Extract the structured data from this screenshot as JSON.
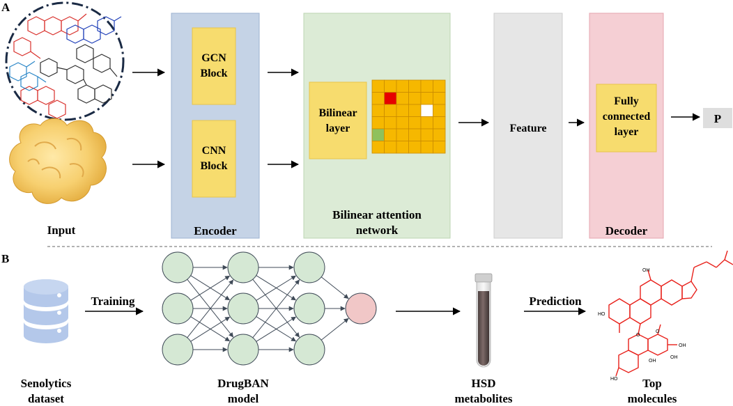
{
  "panel_a": {
    "letter": "A",
    "input_label": "Input",
    "encoder": {
      "title": "Encoder",
      "block1": [
        "GCN",
        "Block"
      ],
      "block2": [
        "CNN",
        "Block"
      ]
    },
    "ban": {
      "title": [
        "Bilinear attention",
        "network"
      ],
      "layer": [
        "Bilinear",
        "layer"
      ]
    },
    "feature": "Feature",
    "decoder": {
      "title": "Decoder",
      "layer": [
        "Fully",
        "connected",
        "layer"
      ]
    },
    "output": "P"
  },
  "panel_b": {
    "letter": "B",
    "dataset": [
      "Senolytics",
      "dataset"
    ],
    "training": "Training",
    "model": [
      "DrugBAN",
      "model"
    ],
    "metabolites": [
      "HSD",
      "metabolites"
    ],
    "prediction": "Prediction",
    "top": [
      "Top",
      "molecules"
    ],
    "molecule_labels": {
      "hydroxyl": "OH",
      "ho": "HO",
      "oxygen": "O"
    }
  },
  "colors": {
    "encoder_fill": "#c5d3e6",
    "ban_fill": "#dcebd6",
    "feature_fill": "#e6e6e6",
    "decoder_fill": "#f5cfd4",
    "block_fill": "#f7dc6e",
    "heatmap_cell": "#f6b800",
    "heatmap_red": "#e60000",
    "heatmap_green": "#8fc15c",
    "node_green": "#d5e8d4",
    "node_pink": "#f1c7c7",
    "molecule_red": "#e8201a"
  }
}
